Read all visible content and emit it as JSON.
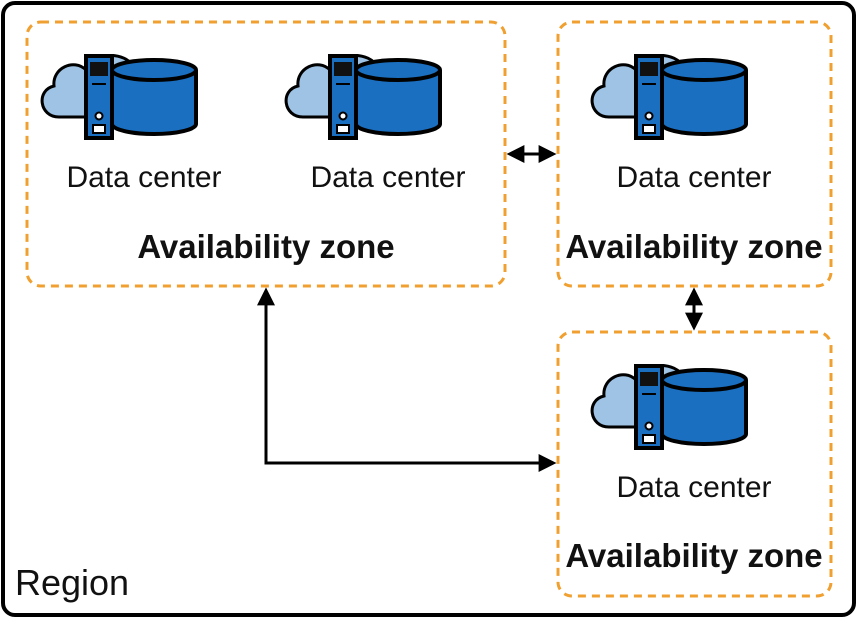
{
  "region": {
    "label": "Region",
    "border_color": "#000000"
  },
  "zones": [
    {
      "label": "Availability zone",
      "data_centers": [
        {
          "label": "Data center"
        },
        {
          "label": "Data center"
        }
      ]
    },
    {
      "label": "Availability zone",
      "data_centers": [
        {
          "label": "Data center"
        }
      ]
    },
    {
      "label": "Availability zone",
      "data_centers": [
        {
          "label": "Data center"
        }
      ]
    }
  ],
  "connections": [
    {
      "from": "zone-1",
      "to": "zone-2",
      "direction": "bidirectional"
    },
    {
      "from": "zone-2",
      "to": "zone-3",
      "direction": "bidirectional"
    },
    {
      "from": "zone-1",
      "to": "zone-3",
      "direction": "bidirectional"
    }
  ],
  "colors": {
    "zone_border": "#f0a030",
    "cloud_fill": "#9fc3e4",
    "cloud_stroke": "#000000",
    "cylinder_fill": "#1a6fc0",
    "server_fill": "#1a6fc0",
    "arrow": "#000000"
  },
  "icons": {
    "data_center": "cloud-server-database-icon"
  }
}
